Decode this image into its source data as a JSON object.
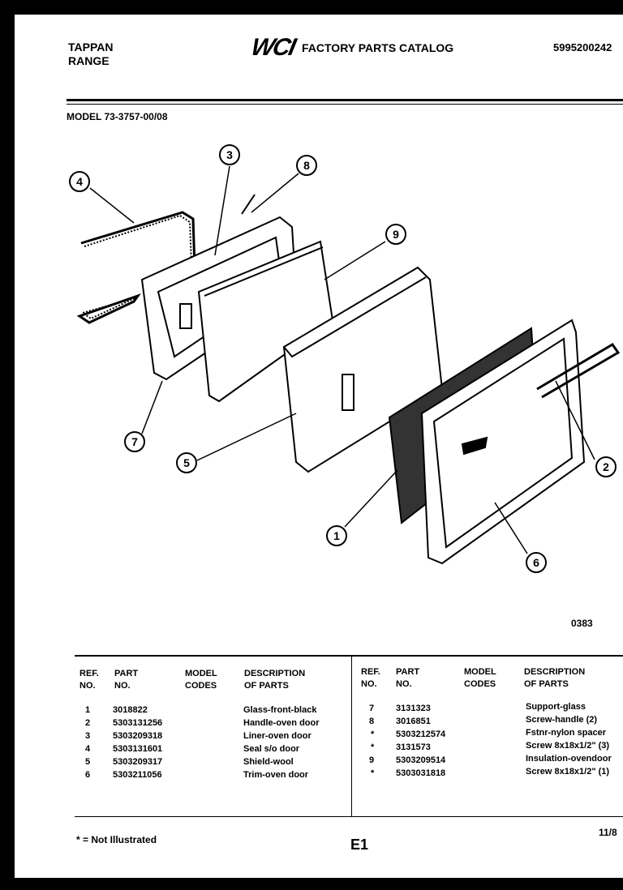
{
  "header": {
    "brand_line1": "TAPPAN",
    "brand_line2": "RANGE",
    "logo": "WCI",
    "catalog_title": "FACTORY PARTS CATALOG",
    "catalog_number": "5995200242"
  },
  "model_line": "MODEL 73-3757-00/08",
  "diagram": {
    "figure_id": "0383",
    "callouts": [
      "1",
      "2",
      "3",
      "4",
      "5",
      "6",
      "7",
      "8",
      "9"
    ]
  },
  "table": {
    "headers": {
      "ref": [
        "REF.",
        "NO."
      ],
      "part": [
        "PART",
        "NO."
      ],
      "model": [
        "MODEL",
        "CODES"
      ],
      "desc": [
        "DESCRIPTION",
        "OF PARTS"
      ]
    },
    "left_rows": [
      {
        "ref": "1",
        "part": "3018822",
        "model": "",
        "desc": "Glass-front-black"
      },
      {
        "ref": "2",
        "part": "5303131256",
        "model": "",
        "desc": "Handle-oven door"
      },
      {
        "ref": "3",
        "part": "5303209318",
        "model": "",
        "desc": "Liner-oven door"
      },
      {
        "ref": "4",
        "part": "5303131601",
        "model": "",
        "desc": "Seal s/o door"
      },
      {
        "ref": "5",
        "part": "5303209317",
        "model": "",
        "desc": "Shield-wool"
      },
      {
        "ref": "6",
        "part": "5303211056",
        "model": "",
        "desc": "Trim-oven door"
      }
    ],
    "right_rows": [
      {
        "ref": "7",
        "part": "3131323",
        "model": "",
        "desc": "Support-glass"
      },
      {
        "ref": "8",
        "part": "3016851",
        "model": "",
        "desc": "Screw-handle (2)"
      },
      {
        "ref": "*",
        "part": "5303212574",
        "model": "",
        "desc": "Fstnr-nylon spacer"
      },
      {
        "ref": "*",
        "part": "3131573",
        "model": "",
        "desc": "Screw 8x18x1/2\" (3)"
      },
      {
        "ref": "9",
        "part": "5303209514",
        "model": "",
        "desc": "Insulation-ovendoor"
      },
      {
        "ref": "*",
        "part": "5303031818",
        "model": "",
        "desc": "Screw 8x18x1/2\" (1)"
      }
    ]
  },
  "footer": {
    "note": "* = Not Illustrated",
    "page_id": "E1",
    "date": "11/8"
  }
}
